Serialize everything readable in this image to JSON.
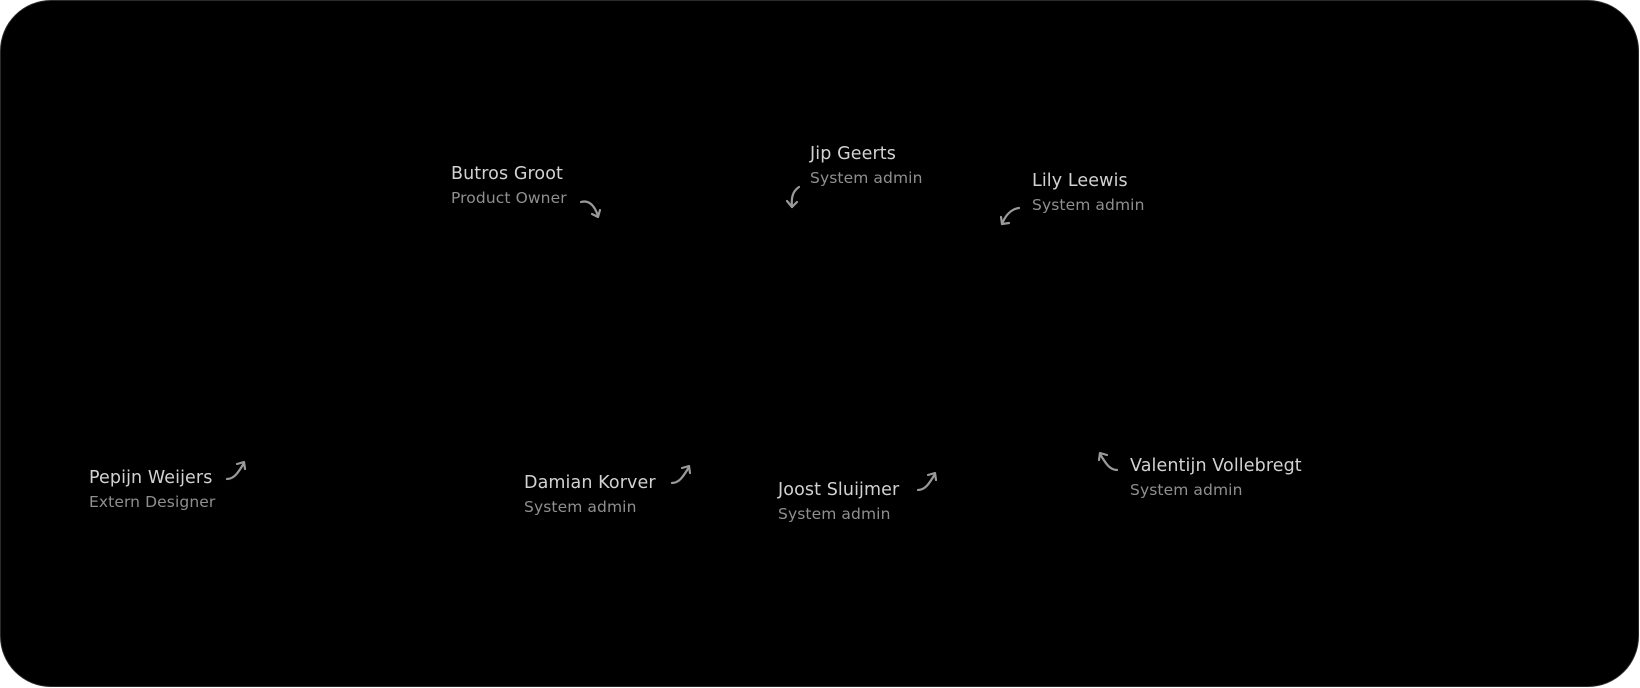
{
  "people": [
    {
      "name": "Butros Groot",
      "role": "Product Owner",
      "arrow_icon": "curved-arrow-down-right-icon"
    },
    {
      "name": "Jip Geerts",
      "role": "System admin",
      "arrow_icon": "curved-arrow-down-icon"
    },
    {
      "name": "Lily Leewis",
      "role": "System admin",
      "arrow_icon": "curved-arrow-down-left-icon"
    },
    {
      "name": "Pepijn Weijers",
      "role": "Extern Designer",
      "arrow_icon": "curved-arrow-up-right-icon"
    },
    {
      "name": "Damian Korver",
      "role": "System admin",
      "arrow_icon": "curved-arrow-up-right-icon"
    },
    {
      "name": "Joost Sluijmer",
      "role": "System admin",
      "arrow_icon": "curved-arrow-up-right-icon"
    },
    {
      "name": "Valentijn Vollebregt",
      "role": "System admin",
      "arrow_icon": "curved-arrow-up-left-icon"
    }
  ],
  "colors": {
    "background": "#000000",
    "name_text": "#d2d2d2",
    "role_text": "#8f8f8f",
    "arrow": "#9a9a9a"
  }
}
